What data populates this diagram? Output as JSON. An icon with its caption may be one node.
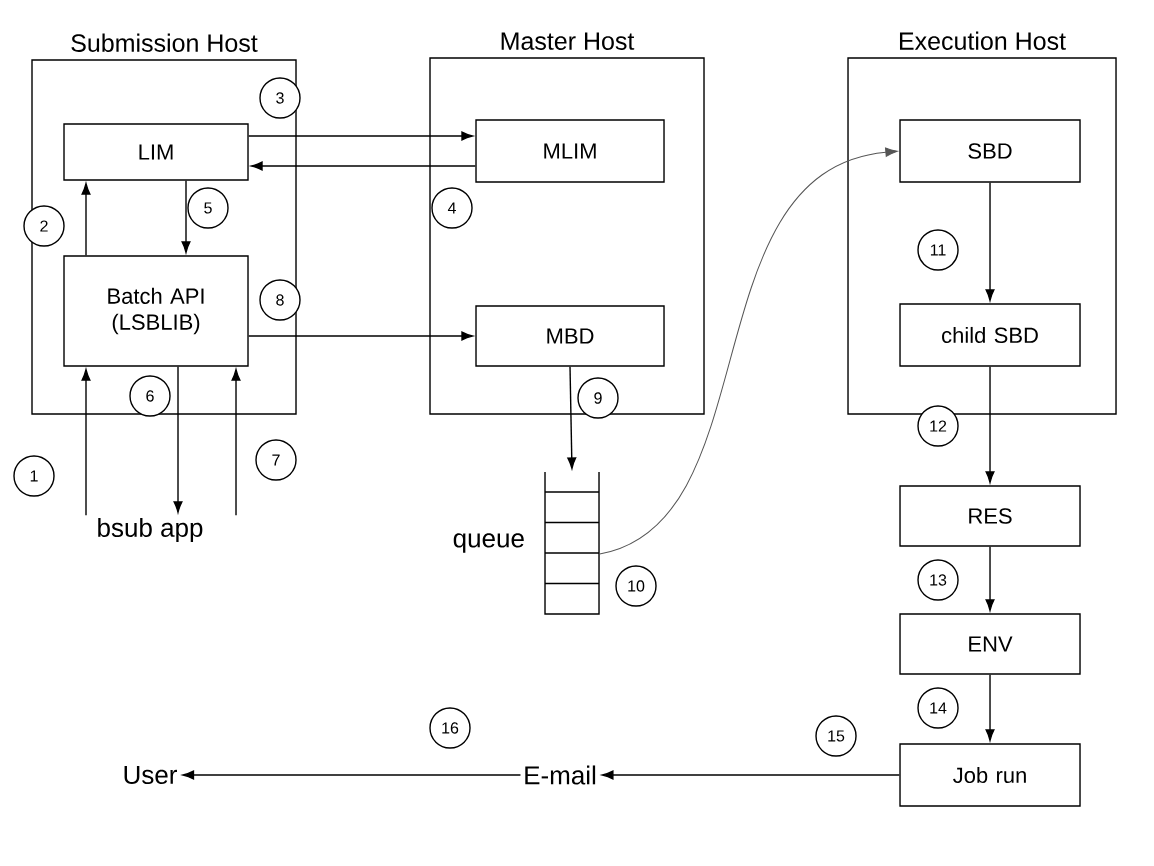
{
  "diagram": {
    "nodes": [
      {
        "text": [
          "Submission Host"
        ]
      },
      {
        "text": [
          "LIM"
        ],
        "in": 0
      },
      {
        "text": [
          "Batch API (LSBLIB)"
        ],
        "in": 0
      },
      {
        "text": [
          "Master Host"
        ]
      },
      {
        "text": [
          "MLIM"
        ],
        "in": 3
      },
      {
        "text": [
          "MBD"
        ],
        "in": 3
      },
      {
        "text": [
          "Execution Host"
        ]
      },
      {
        "text": [
          "SBD"
        ],
        "in": 6
      },
      {
        "text": [
          "child SBD"
        ],
        "in": 6
      },
      {
        "text": [
          "bsub app"
        ]
      },
      {
        "text": [],
        "shape": "box",
        "beside": [
          "queue"
        ]
      },
      {
        "text": [
          "RES"
        ]
      },
      {
        "text": [
          "ENV"
        ]
      },
      {
        "text": [
          "Job run"
        ]
      },
      {
        "text": [
          "E-mail"
        ]
      },
      {
        "text": [
          "User"
        ]
      }
    ],
    "edges": [
      {
        "from": 9,
        "to": 2,
        "arrow": "to",
        "label": "1"
      },
      {
        "from": 2,
        "to": 1,
        "arrow": "to",
        "label": "2"
      },
      {
        "from": 1,
        "to": 4,
        "arrow": "to",
        "label": "3"
      },
      {
        "from": 4,
        "to": 1,
        "arrow": "to",
        "label": "4"
      },
      {
        "from": 1,
        "to": 2,
        "arrow": "to",
        "label": "5"
      },
      {
        "from": 2,
        "to": 9,
        "arrow": "to",
        "label": "6"
      },
      {
        "from": 9,
        "to": 2,
        "arrow": "to",
        "label": "7"
      },
      {
        "from": 2,
        "to": 5,
        "arrow": "to",
        "label": "8"
      },
      {
        "from": 5,
        "to": 10,
        "arrow": "to",
        "label": "9"
      },
      {
        "from": 10,
        "to": 7,
        "arrow": "to",
        "label": "10",
        "color": "#555555"
      },
      {
        "from": 7,
        "to": 8,
        "arrow": "to",
        "label": "11"
      },
      {
        "from": 8,
        "to": 11,
        "arrow": "to",
        "label": "12"
      },
      {
        "from": 11,
        "to": 12,
        "arrow": "to",
        "label": "13"
      },
      {
        "from": 12,
        "to": 13,
        "arrow": "to",
        "label": "14"
      },
      {
        "from": 13,
        "to": 14,
        "arrow": "to",
        "label": "15"
      },
      {
        "from": 14,
        "to": 15,
        "arrow": "to",
        "label": "16"
      }
    ]
  }
}
